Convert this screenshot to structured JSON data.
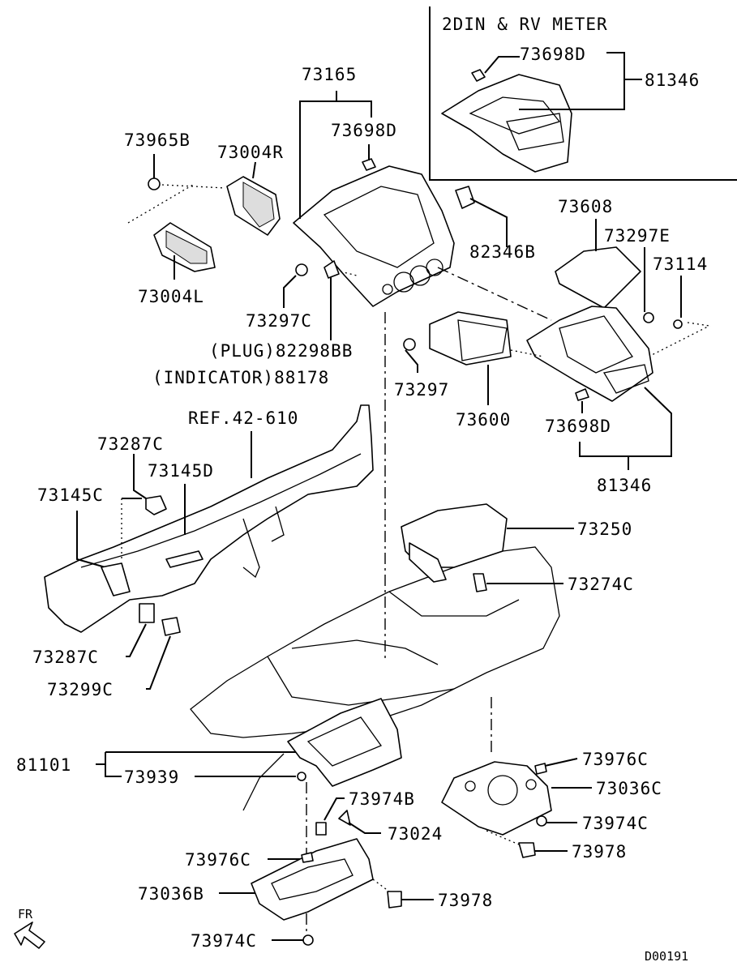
{
  "inset": {
    "title": "2DIN & RV METER",
    "labels": [
      "73698D",
      "81346"
    ]
  },
  "labels": {
    "p73165": "73165",
    "p73698D_top": "73698D",
    "p73965B": "73965B",
    "p73004R": "73004R",
    "p73004L": "73004L",
    "p82346B": "82346B",
    "p73297C": "73297C",
    "p82298BB": "(PLUG)82298BB",
    "p88178": "(INDICATOR)88178",
    "p73608": "73608",
    "p73297E": "73297E",
    "p73114": "73114",
    "p73297": "73297",
    "p73600": "73600",
    "p73698D_mid": "73698D",
    "p81346": "81346",
    "ref": "REF.42-610",
    "p73287C_top": "73287C",
    "p73145D": "73145D",
    "p73145C": "73145C",
    "p73250": "73250",
    "p73274C": "73274C",
    "p73287C_bot": "73287C",
    "p73299C": "73299C",
    "p81101": "81101",
    "p73939": "73939",
    "p73974B": "73974B",
    "p73024": "73024",
    "p73976C_right": "73976C",
    "p73036C": "73036C",
    "p73974C_right": "73974C",
    "p73978_right": "73978",
    "p73976C_left": "73976C",
    "p73036B": "73036B",
    "p73978_left": "73978",
    "p73974C_bot": "73974C",
    "fr": "FR",
    "code": "D00191"
  }
}
